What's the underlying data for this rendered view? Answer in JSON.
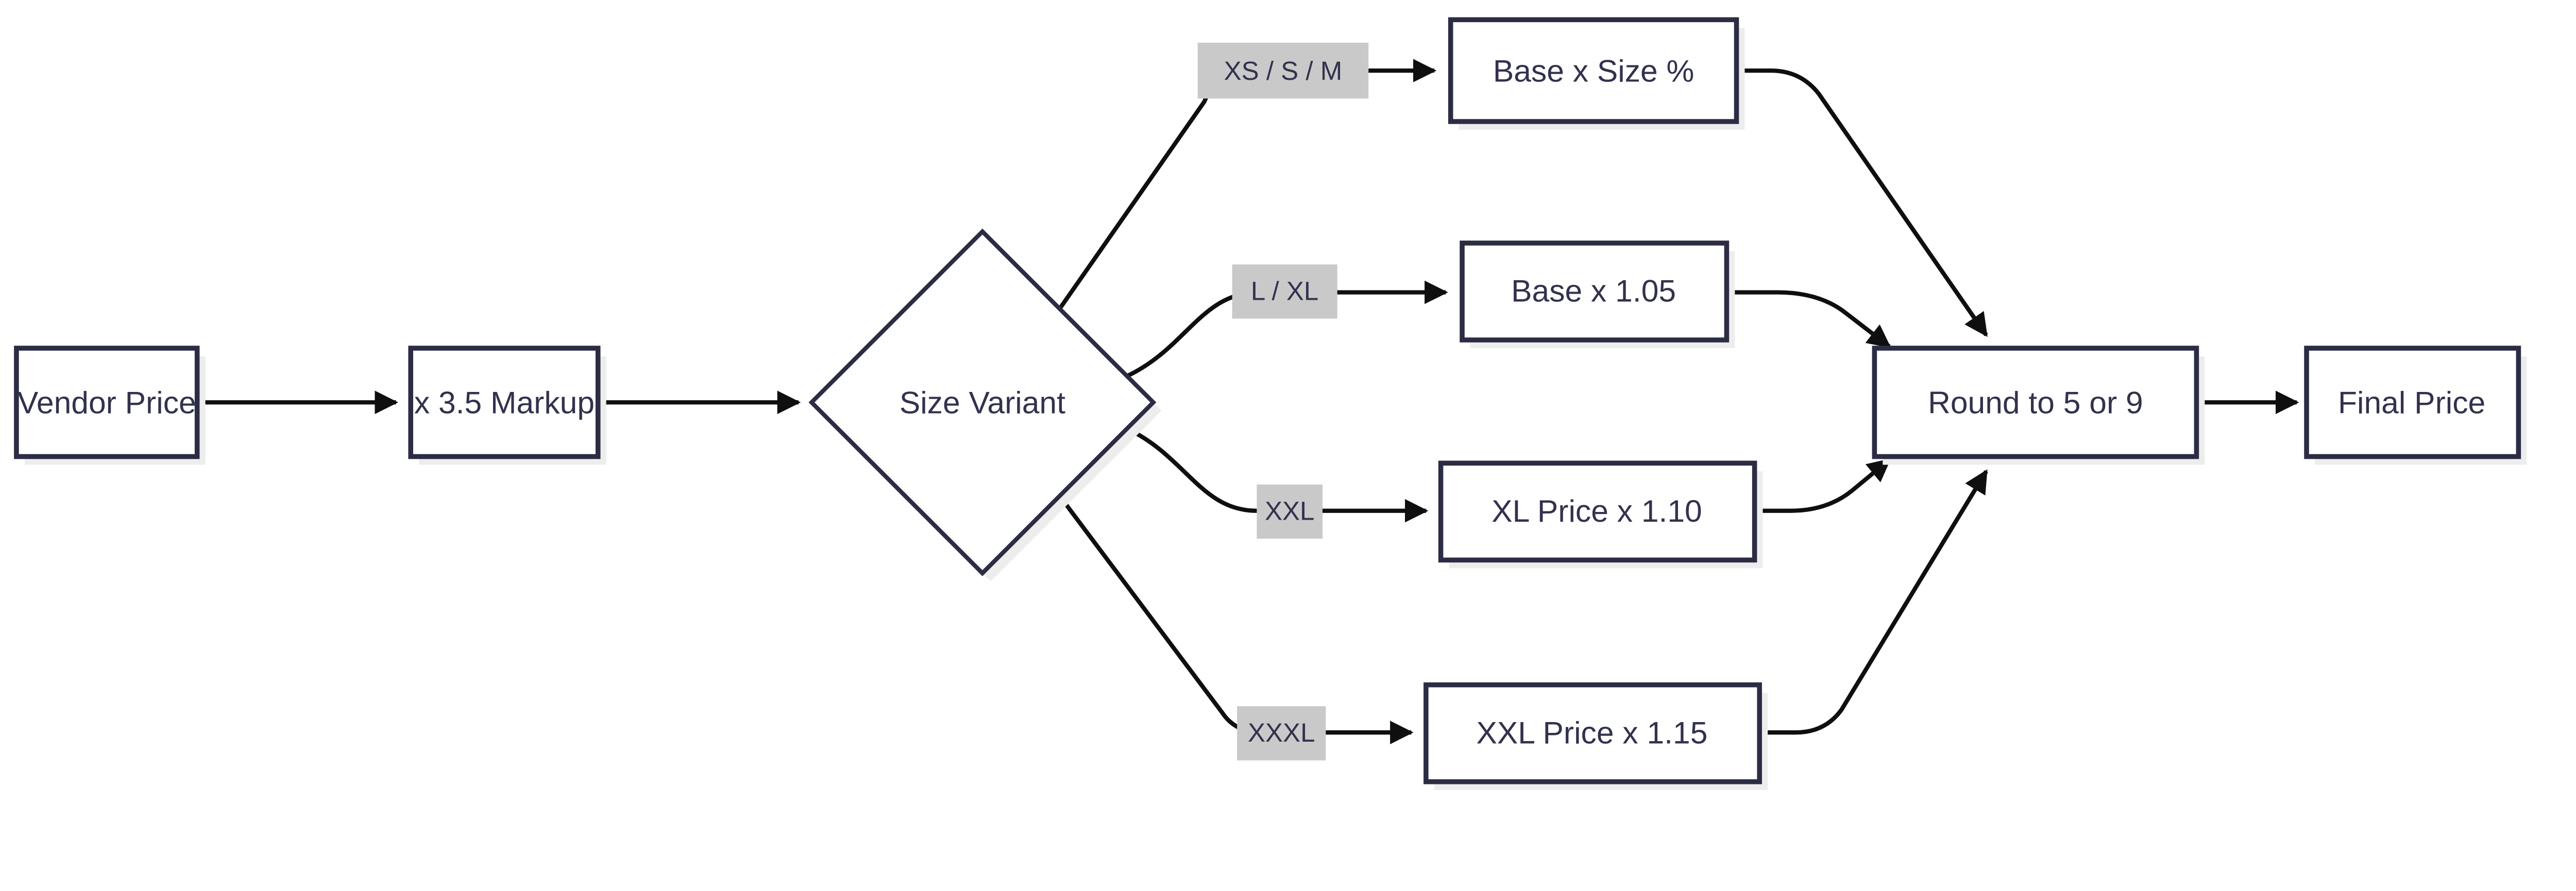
{
  "diagram": {
    "type": "flowchart",
    "direction": "left-to-right",
    "nodes": [
      {
        "id": "vendor",
        "label": "Vendor Price",
        "shape": "rectangle"
      },
      {
        "id": "markup",
        "label": "x 3.5 Markup",
        "shape": "rectangle"
      },
      {
        "id": "size_variant",
        "label": "Size Variant",
        "shape": "diamond"
      },
      {
        "id": "base_size",
        "label": "Base x Size %",
        "shape": "rectangle"
      },
      {
        "id": "base_105",
        "label": "Base x 1.05",
        "shape": "rectangle"
      },
      {
        "id": "xl_110",
        "label": "XL Price x 1.10",
        "shape": "rectangle"
      },
      {
        "id": "xxl_115",
        "label": "XXL Price x 1.15",
        "shape": "rectangle"
      },
      {
        "id": "round",
        "label": "Round to 5 or 9",
        "shape": "rectangle"
      },
      {
        "id": "final",
        "label": "Final Price",
        "shape": "rectangle"
      }
    ],
    "edges": [
      {
        "from": "vendor",
        "to": "markup",
        "label": ""
      },
      {
        "from": "markup",
        "to": "size_variant",
        "label": ""
      },
      {
        "from": "size_variant",
        "to": "base_size",
        "label": "XS / S / M"
      },
      {
        "from": "size_variant",
        "to": "base_105",
        "label": "L / XL"
      },
      {
        "from": "size_variant",
        "to": "xl_110",
        "label": "XXL"
      },
      {
        "from": "size_variant",
        "to": "xxl_115",
        "label": "XXXL"
      },
      {
        "from": "base_size",
        "to": "round",
        "label": ""
      },
      {
        "from": "base_105",
        "to": "round",
        "label": ""
      },
      {
        "from": "xl_110",
        "to": "round",
        "label": ""
      },
      {
        "from": "xxl_115",
        "to": "round",
        "label": ""
      },
      {
        "from": "round",
        "to": "final",
        "label": ""
      }
    ],
    "colors": {
      "node_fill": "#ffffff",
      "node_border": "#2c2c44",
      "node_text": "#32324e",
      "node_shadow": "#ededed",
      "edge_line": "#0f0f0f",
      "edge_label_bg": "#c9c9c9",
      "edge_label_text": "#32324e",
      "background": "#ffffff"
    }
  }
}
